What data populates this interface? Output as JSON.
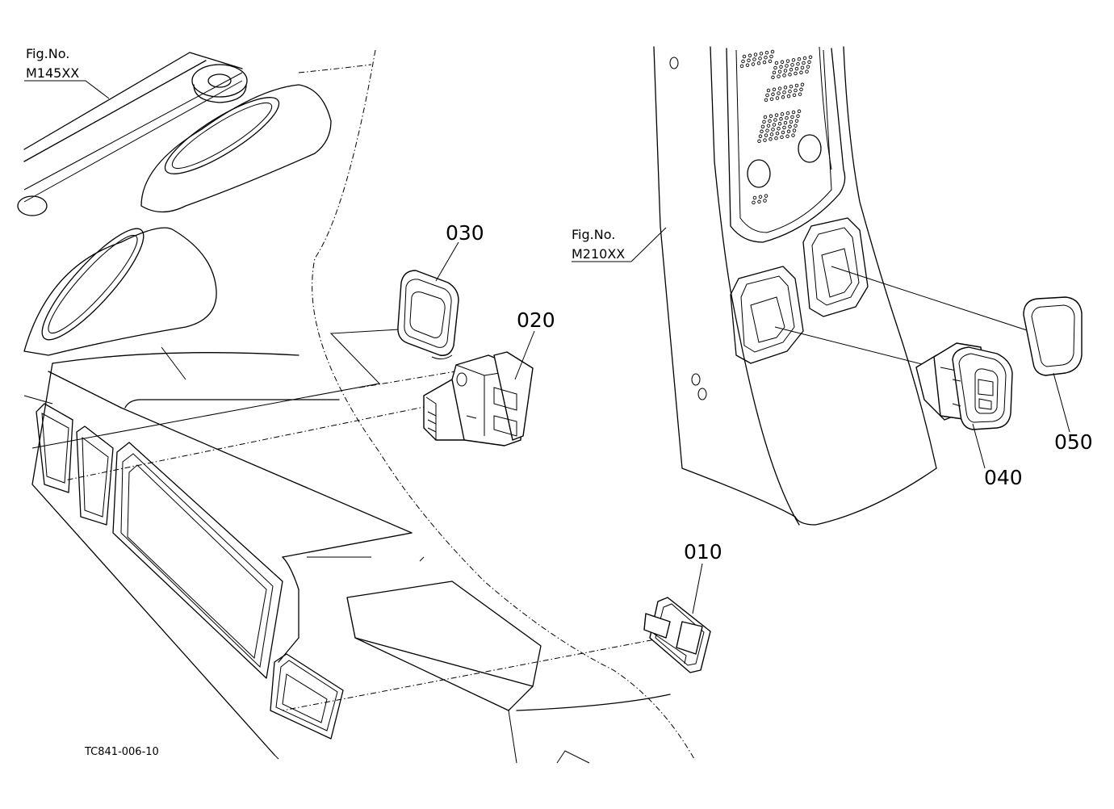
{
  "figure_refs": [
    {
      "prefix": "Fig.No.",
      "number": "M145XX"
    },
    {
      "prefix": "Fig.No.",
      "number": "M210XX"
    }
  ],
  "callouts": {
    "p010": "010",
    "p020": "020",
    "p030": "030",
    "p040": "040",
    "p050": "050"
  },
  "drawing_code": "TC841-006-10"
}
